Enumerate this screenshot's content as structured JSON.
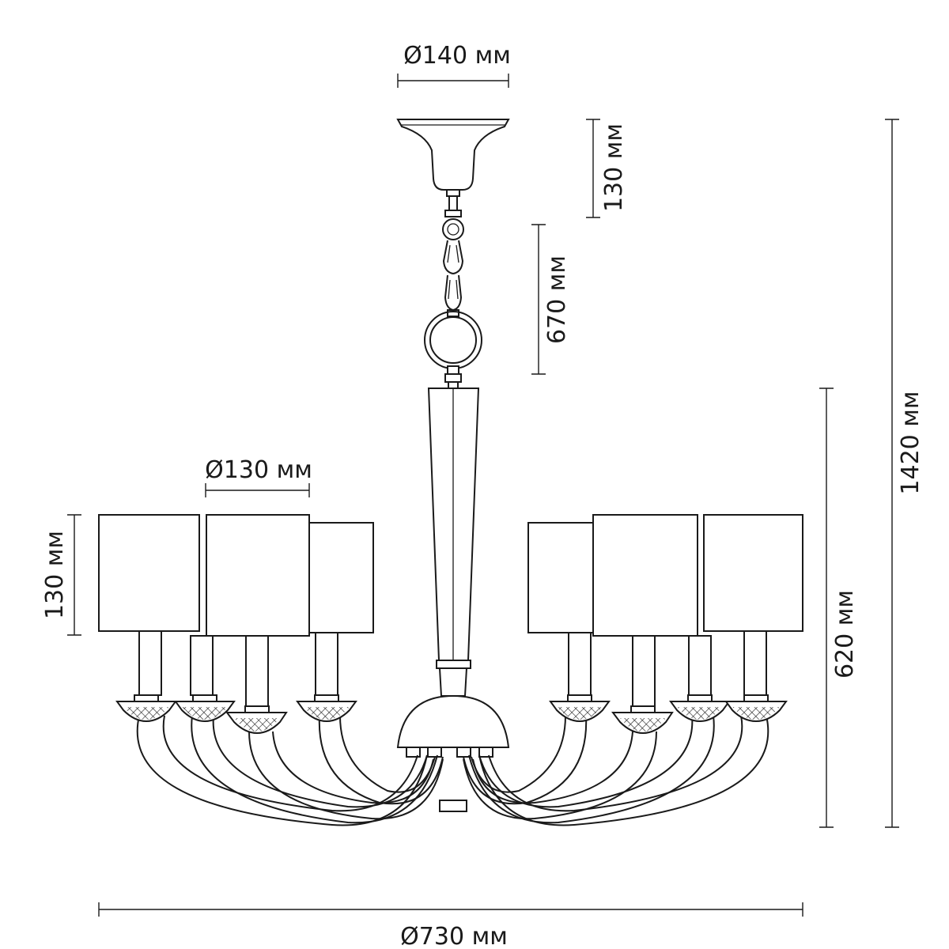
{
  "labels": {
    "canopy_diameter": "Ø140 мм",
    "canopy_height": "130 мм",
    "chain_length": "670 мм",
    "total_height": "1420 мм",
    "shade_diameter": "Ø130 мм",
    "shade_height": "130 мм",
    "body_height": "620 мм",
    "overall_diameter": "Ø730 мм"
  }
}
